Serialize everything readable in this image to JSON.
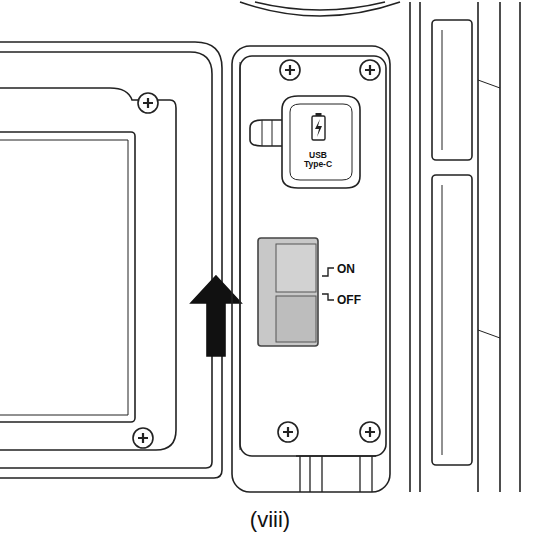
{
  "diagram": {
    "caption": "(viii)",
    "labels": [
      "USB Type-C",
      "ON",
      "OFF"
    ]
  }
}
